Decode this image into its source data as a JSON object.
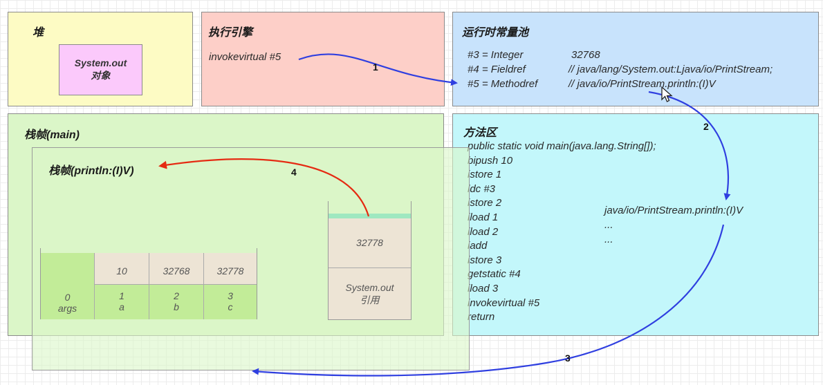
{
  "heap": {
    "title": "堆",
    "object_line1": "System.out",
    "object_line2": "对象",
    "bg_color": "#fdfbc4",
    "object_color": "#fbc9fb"
  },
  "engine": {
    "title": "执行引擎",
    "instruction": "invokevirtual #5",
    "bg_color": "#fdcfc8"
  },
  "pool": {
    "title": "运行时常量池",
    "rows": [
      {
        "key": "#3 = Integer",
        "value": "32768"
      },
      {
        "key": "#4 = Fieldref",
        "value": "// java/lang/System.out:Ljava/io/PrintStream;"
      },
      {
        "key": "#5 = Methodref",
        "value": "// java/io/PrintStream.println:(I)V"
      }
    ],
    "bg_color": "#c8e3fc"
  },
  "frame_main": {
    "title": "栈帧(main)",
    "bg_color": "#dbf6c8"
  },
  "frame_println": {
    "title": "栈帧(println:(I)V)"
  },
  "locals": {
    "values": [
      "",
      "10",
      "32768",
      "32778"
    ],
    "indexes": [
      "0",
      "1",
      "2",
      "3"
    ],
    "names": [
      "args",
      "a",
      "b",
      "c"
    ]
  },
  "operand_stack": {
    "top_value": "32778",
    "bottom_line1": "System.out",
    "bottom_line2": "引用"
  },
  "method_area": {
    "title": "方法区",
    "bg_color": "#c3f7fb",
    "code": [
      "public static void main(java.lang.String[]);",
      "bipush 10",
      "istore 1",
      "ldc #3",
      "istore 2",
      "iload 1",
      "iload 2",
      "iadd",
      "istore 3",
      "getstatic #4",
      "iload 3",
      "invokevirtual #5",
      "return"
    ],
    "target_method": "java/io/PrintStream.println:(I)V",
    "ellipsis": [
      "...",
      "..."
    ]
  },
  "arrows": {
    "labels": [
      "1",
      "2",
      "3",
      "4"
    ],
    "blue_color": "#2f3fe0",
    "red_color": "#e52a12"
  }
}
